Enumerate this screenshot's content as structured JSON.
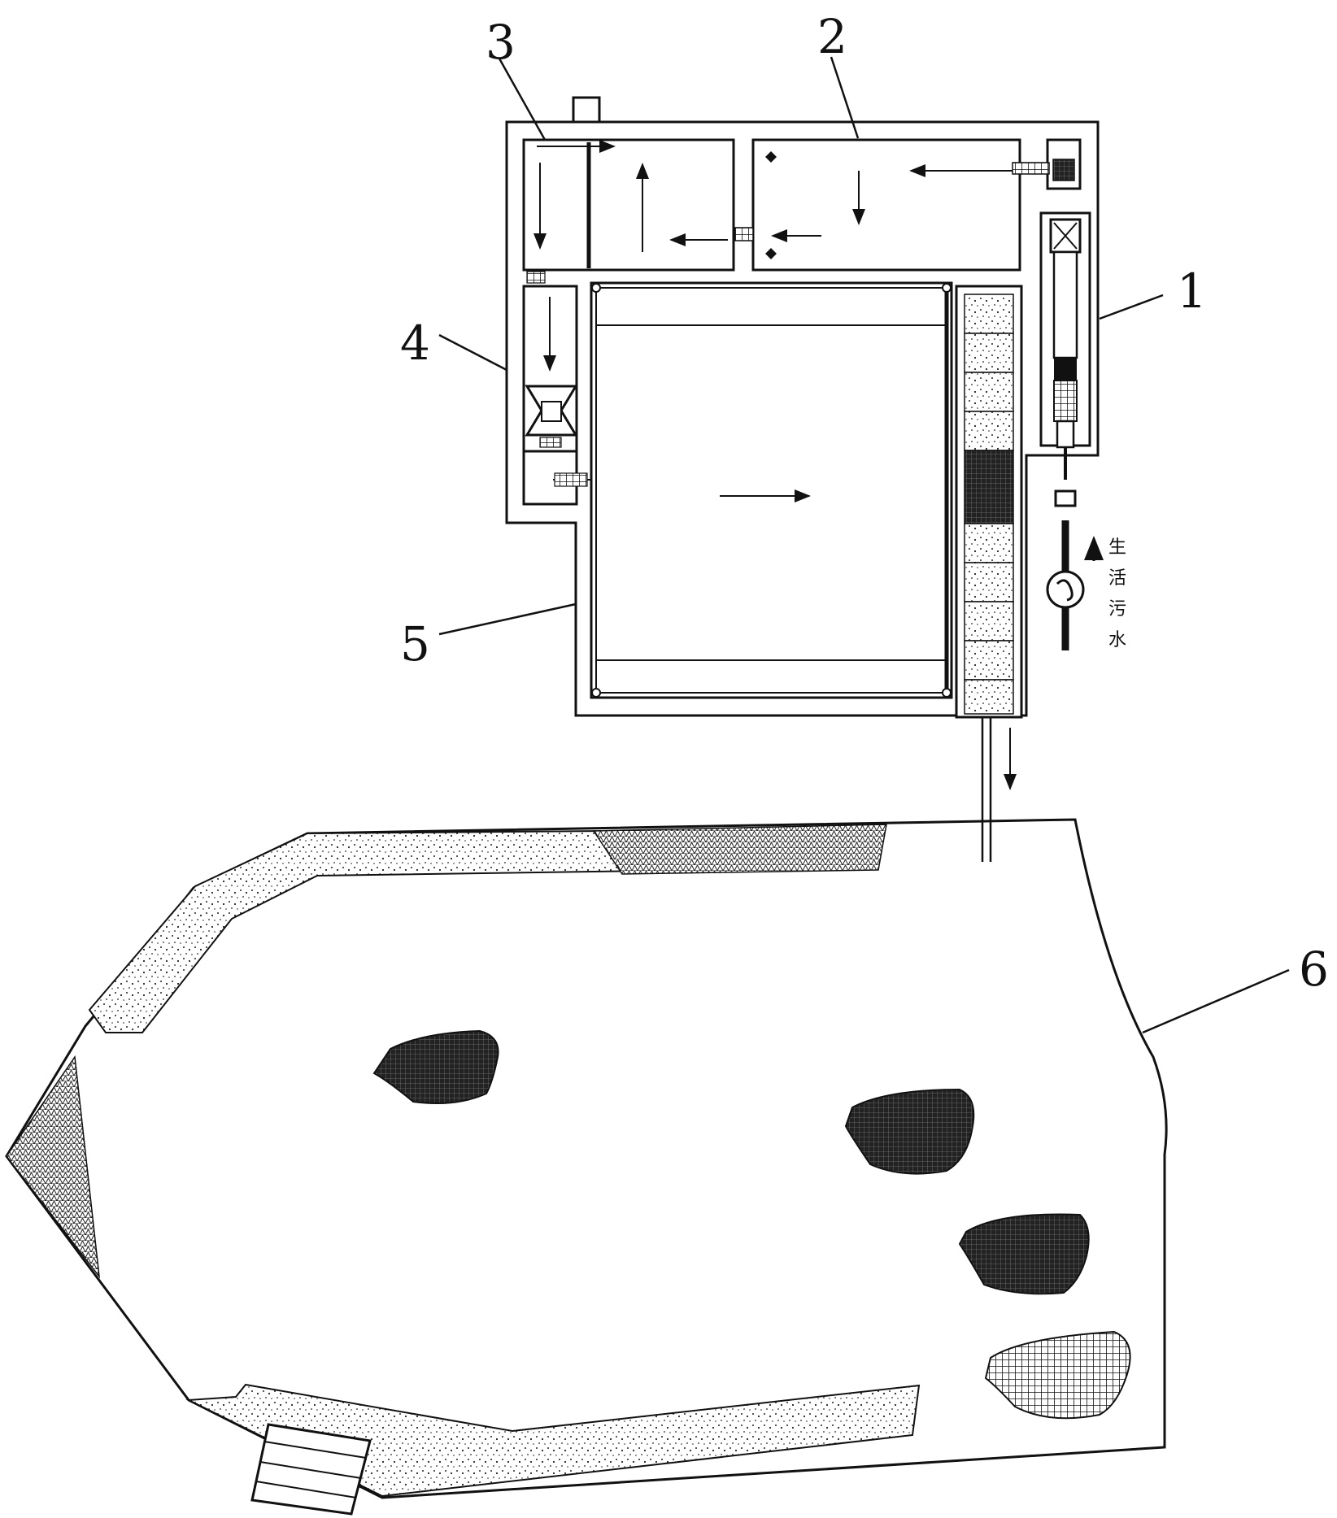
{
  "diagram": {
    "callouts": {
      "c1": "1",
      "c2": "2",
      "c3": "3",
      "c4": "4",
      "c5": "5",
      "c6": "6"
    },
    "inflow_label": [
      "生",
      "活",
      "污",
      "水"
    ]
  }
}
